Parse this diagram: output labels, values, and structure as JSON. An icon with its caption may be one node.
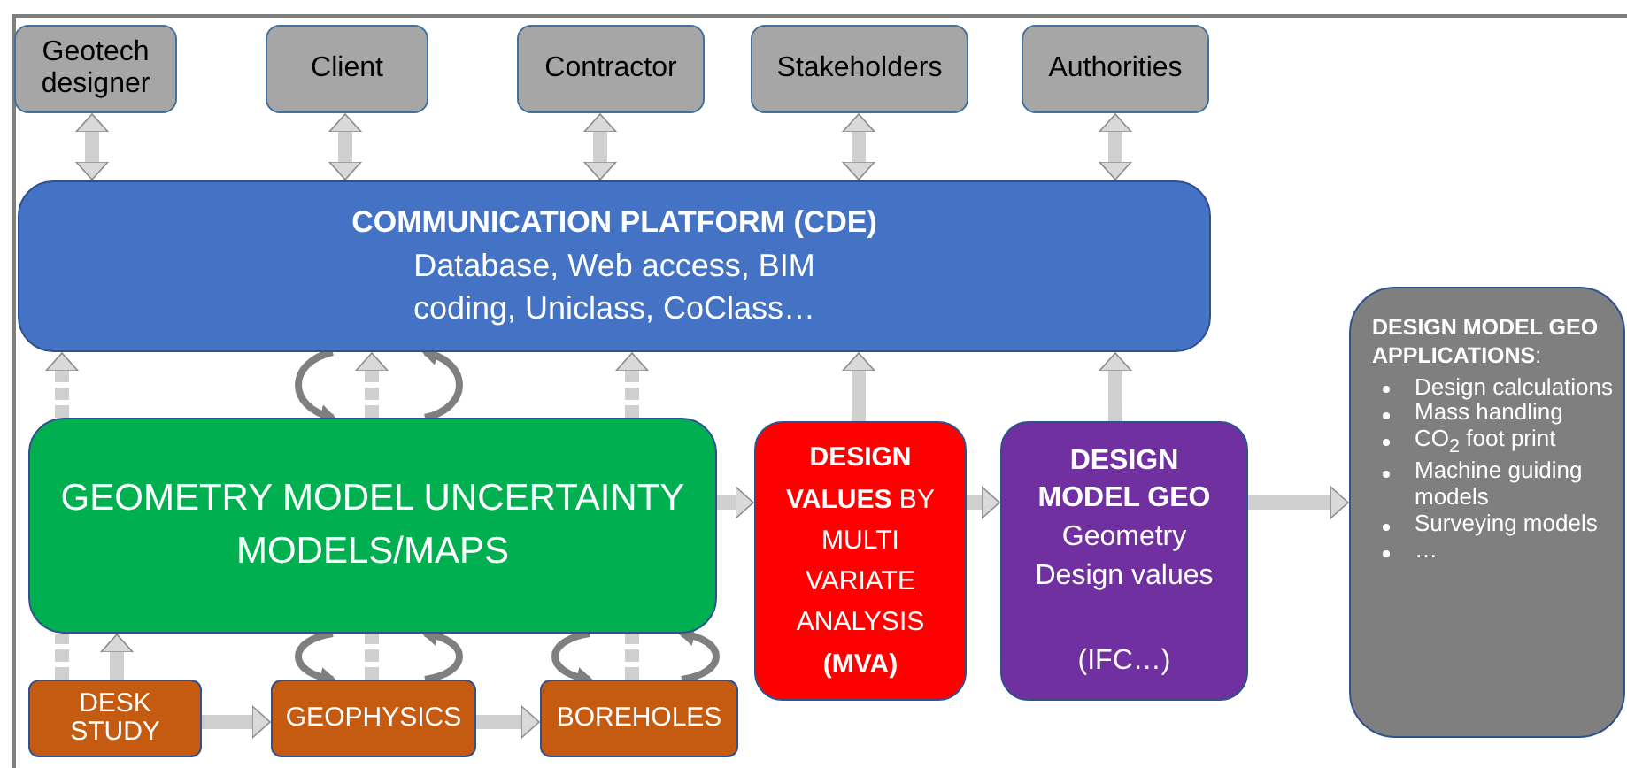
{
  "diagram": {
    "nodes": [
      {
        "text": [
          "Geotech designer"
        ]
      },
      {
        "text": [
          "Client"
        ]
      },
      {
        "text": [
          "Contractor"
        ]
      },
      {
        "text": [
          "Stakeholders"
        ]
      },
      {
        "text": [
          "Authorities"
        ]
      },
      {
        "text": [
          "COMMUNICATION PLATFORM (CDE)",
          "Database, Web access, BIM coding, Uniclass, CoClass…"
        ]
      },
      {
        "text": [
          "GEOMETRY MODEL UNCERTAINTY MODELS/MAPS"
        ]
      },
      {
        "text": [
          "**DESIGN VALUES** BY MULTI VARIATE ANALYSIS **(MVA)**"
        ]
      },
      {
        "text": [
          "DESIGN MODEL GEO",
          "Geometry Design values",
          "(IFC…)"
        ]
      },
      {
        "text": [
          "**DESIGN MODEL GEO APPLICATIONS**:",
          "Design calculations",
          "Mass handling",
          "CO$_{2}$ foot print",
          "Machine guiding models",
          "Surveying models",
          "…"
        ]
      },
      {
        "text": [
          "DESK STUDY"
        ]
      },
      {
        "text": [
          "GEOPHYSICS"
        ]
      },
      {
        "text": [
          "BOREHOLES"
        ]
      }
    ],
    "edges": [
      {
        "from": 0,
        "to": 5,
        "arrow": "both"
      },
      {
        "from": 1,
        "to": 5,
        "arrow": "both"
      },
      {
        "from": 2,
        "to": 5,
        "arrow": "both"
      },
      {
        "from": 3,
        "to": 5,
        "arrow": "both"
      },
      {
        "from": 4,
        "to": 5,
        "arrow": "both"
      },
      {
        "from": 6,
        "to": 5,
        "arrow": "to",
        "style": "dashed"
      },
      {
        "from": 10,
        "to": 6,
        "arrow": "to"
      },
      {
        "from": 6,
        "to": 5,
        "arrow": "to",
        "style": "dashed"
      },
      {
        "from": 6,
        "to": 5,
        "arrow": "to",
        "style": "dashed"
      },
      {
        "from": 5,
        "to": 6,
        "arrow": "to"
      },
      {
        "from": 6,
        "to": 5,
        "arrow": "to"
      },
      {
        "from": 6,
        "to": 11,
        "arrow": "to"
      },
      {
        "from": 11,
        "to": 6,
        "arrow": "to"
      },
      {
        "from": 6,
        "to": 12,
        "arrow": "to"
      },
      {
        "from": 12,
        "to": 6,
        "arrow": "to"
      },
      {
        "from": 10,
        "to": 11,
        "arrow": "to"
      },
      {
        "from": 11,
        "to": 12,
        "arrow": "to"
      },
      {
        "from": 6,
        "to": 7,
        "arrow": "to"
      },
      {
        "from": 7,
        "to": 8,
        "arrow": "to"
      },
      {
        "from": 8,
        "to": 9,
        "arrow": "to"
      },
      {
        "from": 7,
        "to": 5,
        "arrow": "to"
      },
      {
        "from": 8,
        "to": 5,
        "arrow": "to"
      },
      {
        "from": 10,
        "to": 6,
        "arrow": "none",
        "style": "dashed"
      },
      {
        "from": 11,
        "to": 6,
        "arrow": "none",
        "style": "dashed"
      },
      {
        "from": 12,
        "to": 6,
        "arrow": "none",
        "style": "dashed"
      }
    ]
  }
}
